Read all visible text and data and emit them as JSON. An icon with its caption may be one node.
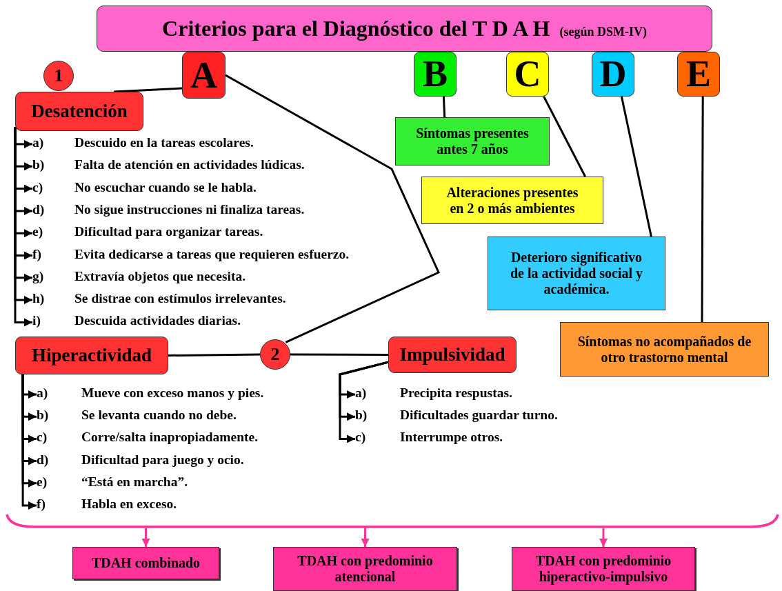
{
  "diagram": {
    "nodes": [
      {
        "text": [
          "Criterios para el Diagnóstico del T D A H",
          "(según DSM-IV)"
        ]
      },
      {
        "text": [
          "A"
        ]
      },
      {
        "text": [
          "B"
        ]
      },
      {
        "text": [
          "C"
        ]
      },
      {
        "text": [
          "D"
        ]
      },
      {
        "text": [
          "E"
        ]
      },
      {
        "text": [
          "1"
        ]
      },
      {
        "text": [
          "Desatención"
        ]
      },
      {
        "text": [
          "a)",
          "Descuido en la tareas escolares."
        ]
      },
      {
        "text": [
          "b)",
          "Falta de atención en actividades lúdicas."
        ]
      },
      {
        "text": [
          "c)",
          "No escuchar cuando se le habla."
        ]
      },
      {
        "text": [
          "d)",
          "No sigue instrucciones ni finaliza tareas."
        ]
      },
      {
        "text": [
          "e)",
          "Dificultad para organizar tareas."
        ]
      },
      {
        "text": [
          "f)",
          "Evita dedicarse a tareas que requieren esfuerzo."
        ]
      },
      {
        "text": [
          "g)",
          "Extravía objetos que necesita."
        ]
      },
      {
        "text": [
          "h)",
          "Se distrae con estímulos irrelevantes."
        ]
      },
      {
        "text": [
          "i)",
          "Descuida actividades diarias."
        ]
      },
      {
        "text": [
          "2"
        ]
      },
      {
        "text": [
          "Hiperactividad"
        ]
      },
      {
        "text": [
          "Impulsividad"
        ]
      },
      {
        "text": [
          "a)",
          "Mueve con exceso manos y pies."
        ]
      },
      {
        "text": [
          "b)",
          "Se levanta cuando no debe."
        ]
      },
      {
        "text": [
          "c)",
          "Corre/salta inapropiadamente."
        ]
      },
      {
        "text": [
          "d)",
          "Dificultad para juego y ocio."
        ]
      },
      {
        "text": [
          "e)",
          "“Está en marcha”."
        ]
      },
      {
        "text": [
          "f)",
          "Habla en exceso."
        ]
      },
      {
        "text": [
          "a)",
          "Precipita respustas."
        ]
      },
      {
        "text": [
          "b)",
          "Dificultades guardar turno."
        ]
      },
      {
        "text": [
          "c)",
          "Interrumpe otros."
        ]
      },
      {
        "text": [
          "Síntomas presentes antes 7 años"
        ]
      },
      {
        "text": [
          "Alteraciones presentes en 2 o más ambientes"
        ]
      },
      {
        "text": [
          "Deterioro significativo de la actividad social y académica."
        ]
      },
      {
        "text": [
          "Síntomas no acompañados de otro trastorno mental"
        ]
      },
      {
        "text": [
          "TDAH combinado"
        ]
      },
      {
        "text": [
          "TDAH con predominio atencional"
        ]
      },
      {
        "text": [
          "TDAH con predominio hiperactivo-impulsivo"
        ]
      },
      {
        "text": [],
        "shape": "brace"
      }
    ],
    "edges": [
      {
        "from": 1,
        "to": 7,
        "arrow": "none"
      },
      {
        "from": 1,
        "to": 17,
        "arrow": "none"
      },
      {
        "from": 17,
        "to": 18,
        "arrow": "none"
      },
      {
        "from": 17,
        "to": 19,
        "arrow": "none"
      },
      {
        "from": 2,
        "to": 29,
        "arrow": "none"
      },
      {
        "from": 3,
        "to": 30,
        "arrow": "none"
      },
      {
        "from": 4,
        "to": 31,
        "arrow": "none"
      },
      {
        "from": 5,
        "to": 32,
        "arrow": "none"
      },
      {
        "from": 7,
        "to": 8,
        "arrow": "to"
      },
      {
        "from": 7,
        "to": 9,
        "arrow": "to"
      },
      {
        "from": 7,
        "to": 10,
        "arrow": "to"
      },
      {
        "from": 7,
        "to": 11,
        "arrow": "to"
      },
      {
        "from": 7,
        "to": 12,
        "arrow": "to"
      },
      {
        "from": 7,
        "to": 13,
        "arrow": "to"
      },
      {
        "from": 7,
        "to": 14,
        "arrow": "to"
      },
      {
        "from": 7,
        "to": 15,
        "arrow": "to"
      },
      {
        "from": 7,
        "to": 16,
        "arrow": "to"
      },
      {
        "from": 18,
        "to": 20,
        "arrow": "to"
      },
      {
        "from": 18,
        "to": 21,
        "arrow": "to"
      },
      {
        "from": 18,
        "to": 22,
        "arrow": "to"
      },
      {
        "from": 18,
        "to": 23,
        "arrow": "to"
      },
      {
        "from": 18,
        "to": 24,
        "arrow": "to"
      },
      {
        "from": 18,
        "to": 25,
        "arrow": "to"
      },
      {
        "from": 19,
        "to": 26,
        "arrow": "to"
      },
      {
        "from": 19,
        "to": 27,
        "arrow": "to"
      },
      {
        "from": 19,
        "to": 28,
        "arrow": "to"
      },
      {
        "from": 36,
        "to": 33,
        "arrow": "to",
        "color": "#ff3399"
      },
      {
        "from": 36,
        "to": 34,
        "arrow": "to",
        "color": "#ff3399"
      },
      {
        "from": 36,
        "to": 35,
        "arrow": "to",
        "color": "#ff3399"
      }
    ]
  }
}
